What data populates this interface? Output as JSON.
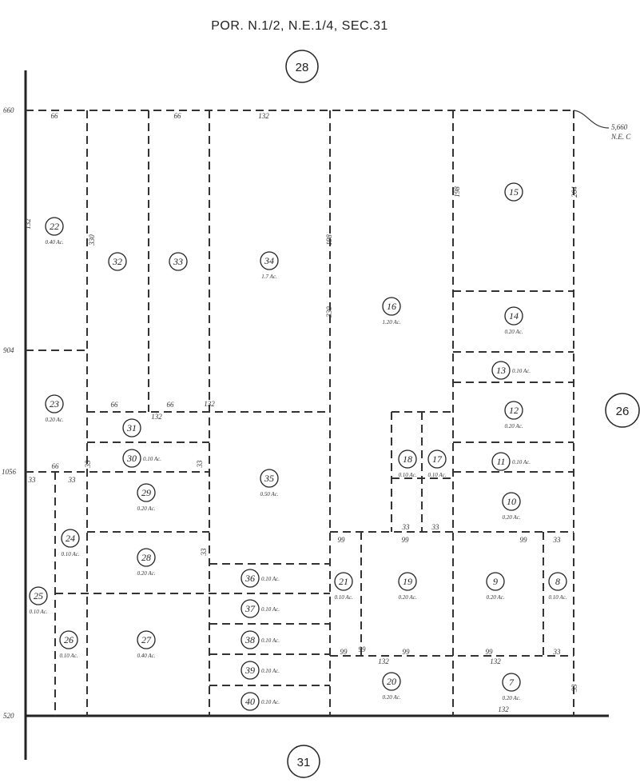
{
  "title": "POR. N.1/2, N.E.1/4, SEC.31",
  "adjacent_sections": {
    "north": "28",
    "east": "26",
    "south": "31"
  },
  "corner_note": [
    "5,660",
    "N.E. C"
  ],
  "left_scale": [
    "660",
    "904",
    "1056",
    "520"
  ],
  "lots": [
    {
      "num": "22",
      "acres": "0.40 Ac."
    },
    {
      "num": "32",
      "acres": ""
    },
    {
      "num": "33",
      "acres": ""
    },
    {
      "num": "34",
      "acres": "1.7 Ac."
    },
    {
      "num": "16",
      "acres": "1.20 Ac."
    },
    {
      "num": "15",
      "acres": ""
    },
    {
      "num": "14",
      "acres": "0.20 Ac."
    },
    {
      "num": "13",
      "acres": "0.10 Ac."
    },
    {
      "num": "12",
      "acres": "0.20 Ac."
    },
    {
      "num": "11",
      "acres": "0.10 Ac."
    },
    {
      "num": "10",
      "acres": "0.20 Ac."
    },
    {
      "num": "23",
      "acres": "0.20 Ac."
    },
    {
      "num": "31",
      "acres": ""
    },
    {
      "num": "30",
      "acres": "0.10 Ac."
    },
    {
      "num": "29",
      "acres": "0.20 Ac."
    },
    {
      "num": "35",
      "acres": "0.50 Ac."
    },
    {
      "num": "18",
      "acres": "0.10 Ac."
    },
    {
      "num": "17",
      "acres": "0.10 Ac."
    },
    {
      "num": "24",
      "acres": "0.10 Ac."
    },
    {
      "num": "28",
      "acres": "0.20 Ac."
    },
    {
      "num": "25",
      "acres": "0.10 Ac."
    },
    {
      "num": "26",
      "acres": "0.10 Ac."
    },
    {
      "num": "27",
      "acres": "0.40 Ac."
    },
    {
      "num": "36",
      "acres": "0.10 Ac."
    },
    {
      "num": "37",
      "acres": "0.10 Ac."
    },
    {
      "num": "38",
      "acres": "0.10 Ac."
    },
    {
      "num": "39",
      "acres": "0.10 Ac."
    },
    {
      "num": "40",
      "acres": "0.10 Ac."
    },
    {
      "num": "21",
      "acres": "0.10 Ac."
    },
    {
      "num": "19",
      "acres": "0.20 Ac."
    },
    {
      "num": "9",
      "acres": "0.20 Ac."
    },
    {
      "num": "8",
      "acres": "0.10 Ac."
    },
    {
      "num": "20",
      "acres": "0.20 Ac."
    },
    {
      "num": "7",
      "acres": "0.20 Ac."
    }
  ],
  "dimensions": [
    "66",
    "66",
    "132",
    "132",
    "330",
    "198",
    "198",
    "264",
    "330",
    "66",
    "66",
    "132",
    "33",
    "33",
    "66",
    "33",
    "33",
    "99",
    "99",
    "132",
    "99",
    "99",
    "132",
    "132",
    "33",
    "33",
    "99",
    "99",
    "99",
    "33",
    "33",
    "132",
    "33",
    "33"
  ]
}
